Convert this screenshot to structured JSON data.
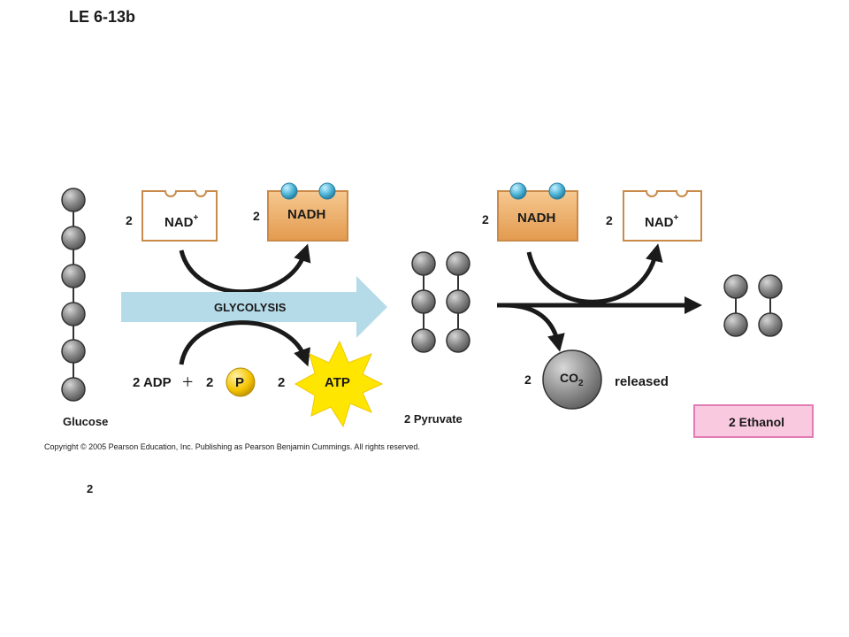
{
  "slide_id": "LE 6-13b",
  "process_label": "GLYCOLYSIS",
  "glucose": {
    "label": "Glucose"
  },
  "pyruvate": {
    "label": "2 Pyruvate"
  },
  "ethanol": {
    "label": "2 Ethanol"
  },
  "left_nad": {
    "coef": "2",
    "label": "NAD",
    "charge": "+"
  },
  "left_nadh": {
    "coef": "2",
    "label": "NADH"
  },
  "right_nadh": {
    "coef": "2",
    "label": "NADH"
  },
  "right_nad": {
    "coef": "2",
    "label": "NAD",
    "charge": "+"
  },
  "adp": {
    "label": "2 ADP",
    "plus": "+"
  },
  "phosphate": {
    "coef": "2",
    "label": "P"
  },
  "atp": {
    "coef": "2",
    "label": "ATP"
  },
  "co2": {
    "coef": "2",
    "label": "CO",
    "subscript": "2",
    "status": "released"
  },
  "copyright": "Copyright © 2005 Pearson Education, Inc. Publishing as Pearson Benjamin Cummings. All rights reserved.",
  "page_number": "2",
  "colors": {
    "molecule_fill": "#8a8a8a",
    "nadh_fill": "#e8a35a",
    "nad_fill": "#ffffff",
    "box_border": "#c98a4a",
    "electron_blue": "#4fb6d8",
    "glycolysis_arrow": "#b6dbe8",
    "atp_star": "#ffe600",
    "phosphate": "#f5c400",
    "ethanol_box": "#f9c9e0",
    "ethanol_border": "#e37bb5",
    "co2_fill": "#8a8a8a"
  }
}
